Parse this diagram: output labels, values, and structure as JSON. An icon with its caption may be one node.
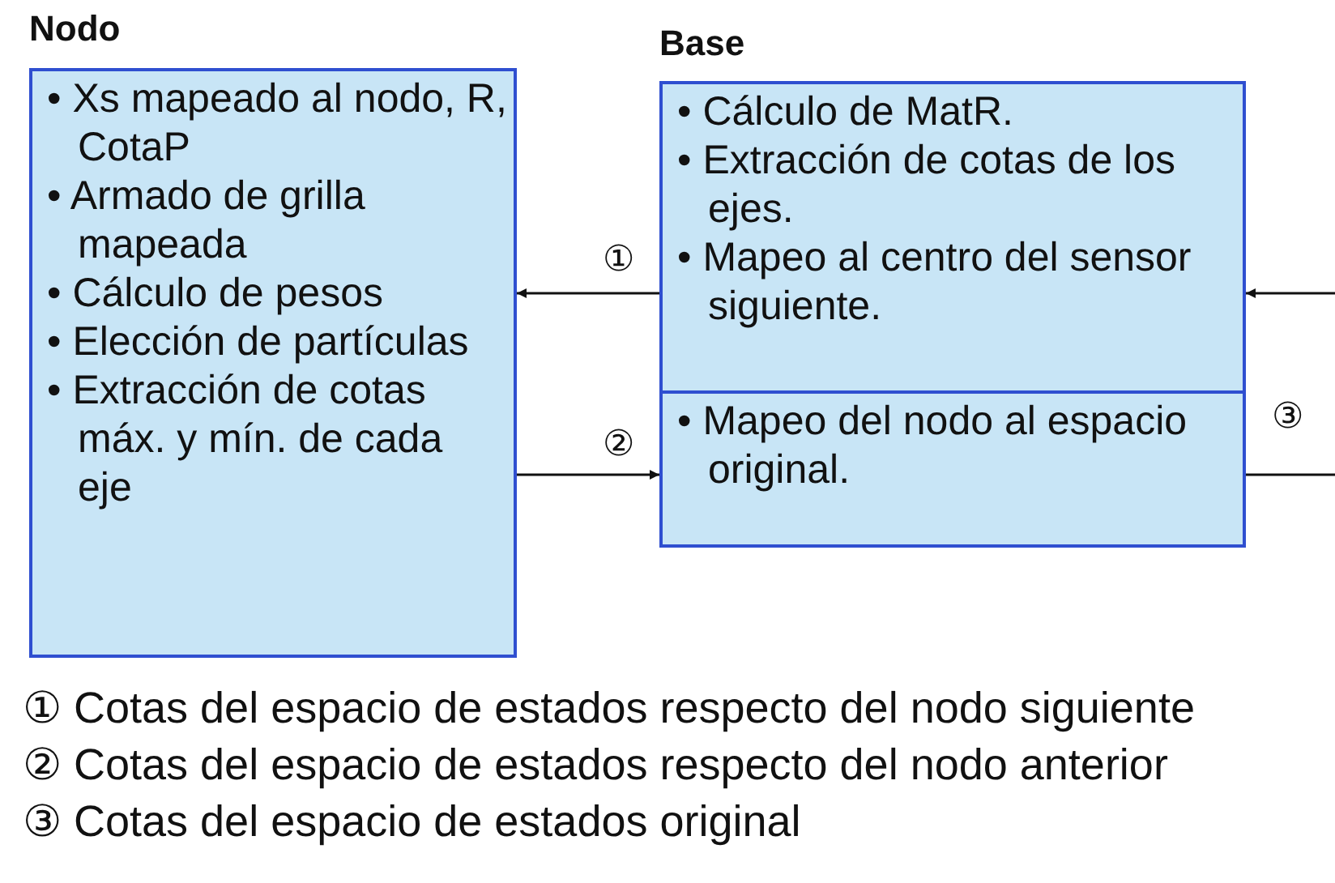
{
  "diagram": {
    "nodes": [
      {
        "text": [
          "Nodo",
          "• Xs mapeado al nodo, R, CotaP",
          "• Armado de grilla mapeada",
          "• Cálculo de pesos",
          "• Elección de partículas",
          "• Extracción de cotas máx. y mín. de cada eje"
        ]
      },
      {
        "text": [
          "Base",
          "• Cálculo de MatR.",
          "• Extracción de cotas de los ejes.",
          "• Mapeo al centro del sensor siguiente."
        ]
      },
      {
        "text": [
          "• Mapeo del nodo al espacio original."
        ]
      }
    ],
    "edges": [
      {
        "from": 1,
        "to": 0,
        "arrow": "to",
        "label": "①"
      },
      {
        "from": 0,
        "to": 2,
        "arrow": "to",
        "label": "②"
      },
      {
        "from": null,
        "to": 1,
        "arrow": "to"
      },
      {
        "from": 2,
        "to": null,
        "arrow": "none"
      }
    ],
    "labels": [
      "③",
      "① Cotas del espacio de estados respecto del nodo siguiente",
      "② Cotas del espacio de estados respecto del nodo anterior",
      "③ Cotas del espacio de estados original"
    ]
  }
}
